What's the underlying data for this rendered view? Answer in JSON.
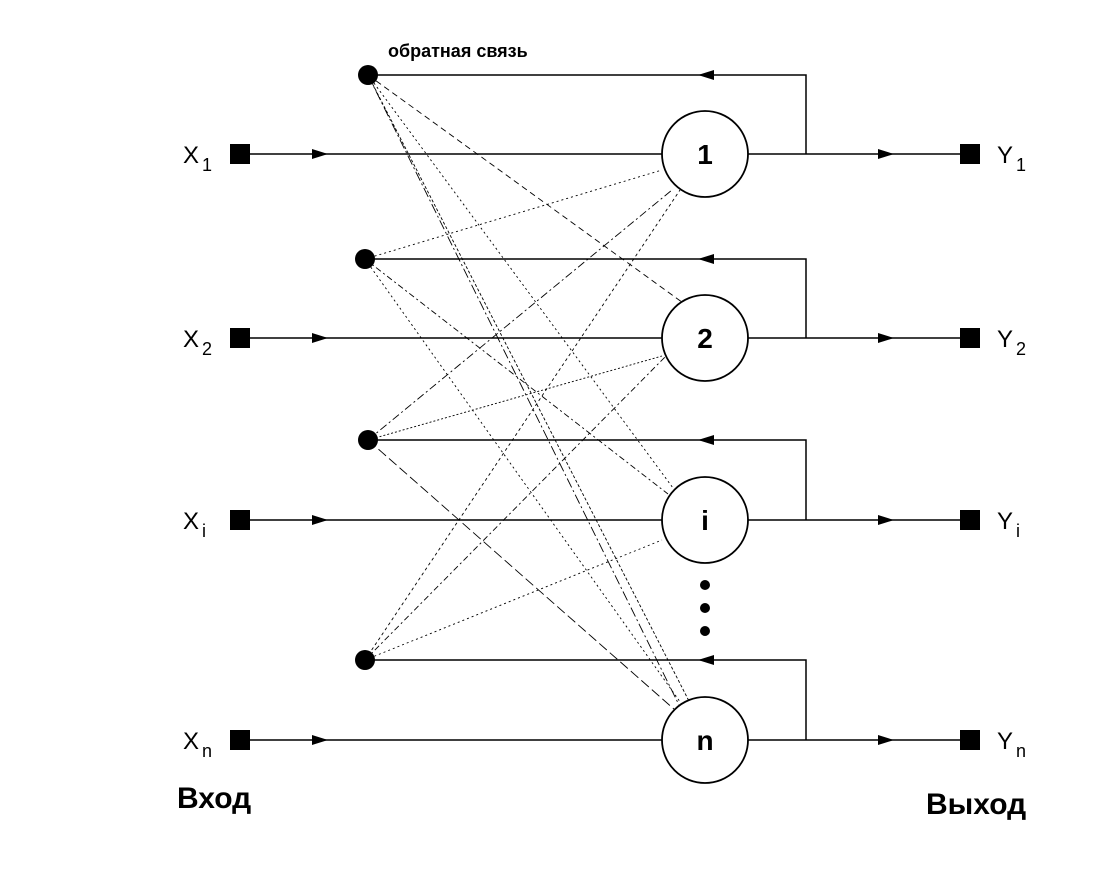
{
  "feedback_label": "обратная связь",
  "input_caption": "Вход",
  "output_caption": "Выход",
  "neurons": [
    {
      "label": "1",
      "input": {
        "base": "X",
        "sub": "1"
      },
      "output": {
        "base": "Y",
        "sub": "1"
      }
    },
    {
      "label": "2",
      "input": {
        "base": "X",
        "sub": "2"
      },
      "output": {
        "base": "Y",
        "sub": "2"
      }
    },
    {
      "label": "i",
      "input": {
        "base": "X",
        "sub": "i"
      },
      "output": {
        "base": "Y",
        "sub": "i"
      }
    },
    {
      "label": "n",
      "input": {
        "base": "X",
        "sub": "n"
      },
      "output": {
        "base": "Y",
        "sub": "n"
      }
    }
  ],
  "colors": {
    "stroke": "#000000",
    "background": "#ffffff"
  }
}
